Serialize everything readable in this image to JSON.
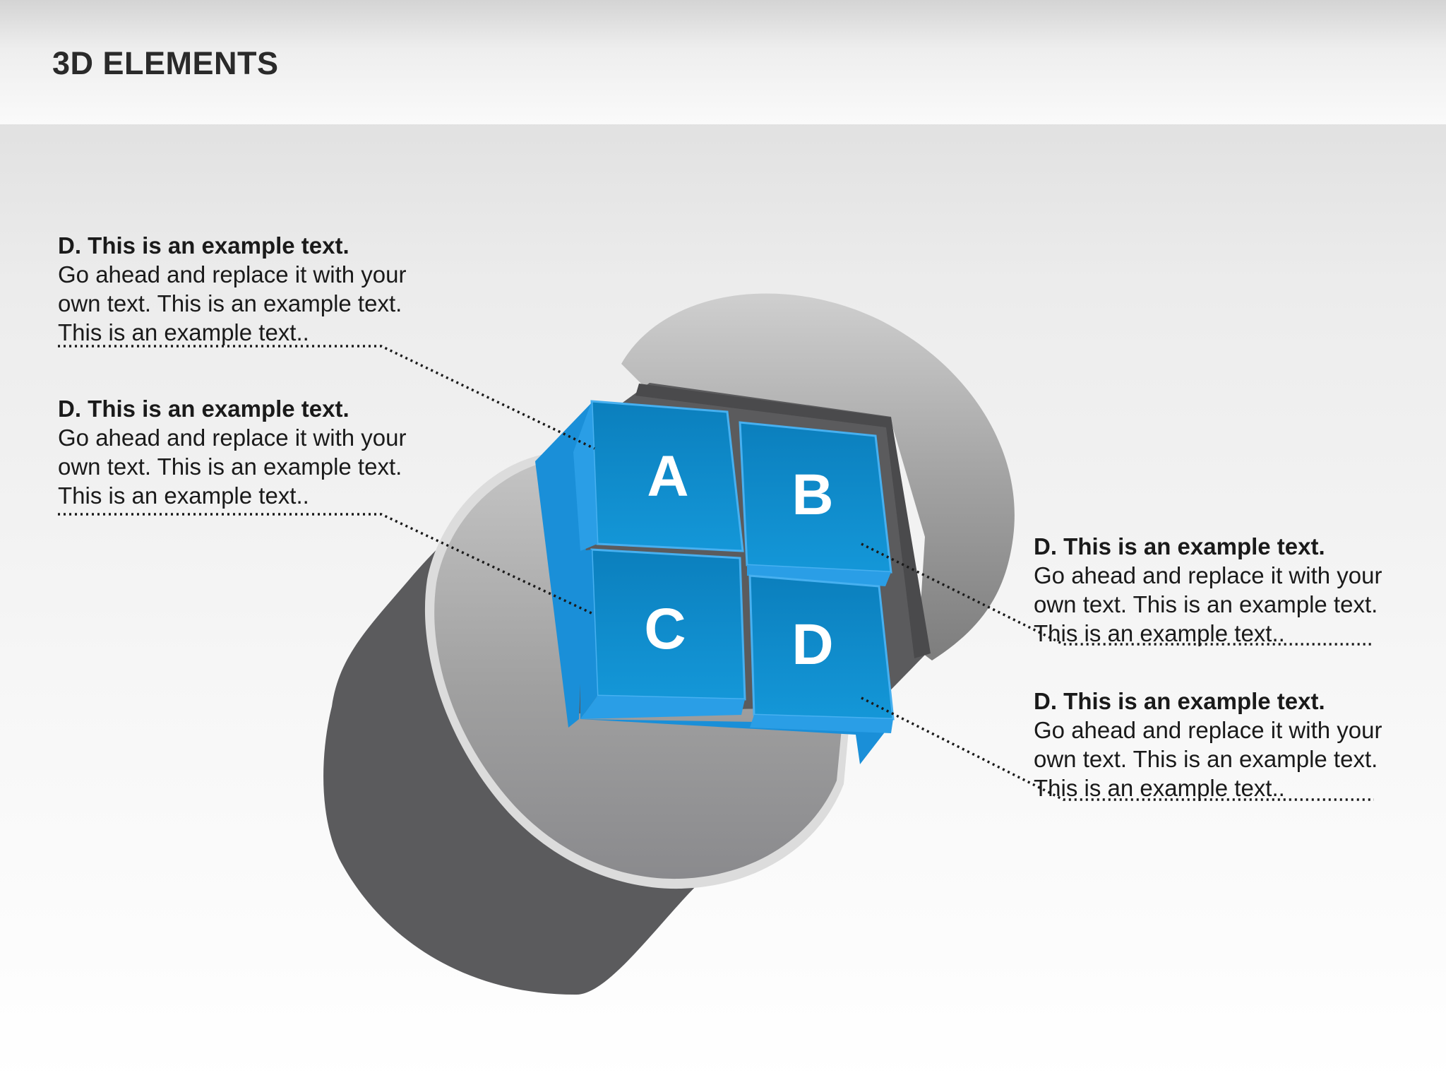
{
  "header": {
    "title": "3D ELEMENTS"
  },
  "tiles": [
    {
      "letter": "A"
    },
    {
      "letter": "B"
    },
    {
      "letter": "C"
    },
    {
      "letter": "D"
    }
  ],
  "callouts": [
    {
      "heading": "D. This is an example text.",
      "body": "Go ahead and replace it with your own text. This is an example text. This is an example text.."
    },
    {
      "heading": "D. This is an example text.",
      "body": "Go ahead and replace it with your own text. This is an example text. This is an example text.."
    },
    {
      "heading": "D. This is an example text.",
      "body": "Go ahead and replace it with your own text. This is an example text. This is an example text.."
    },
    {
      "heading": "D. This is an example text.",
      "body": "Go ahead and replace it with your own text. This is an example text. This is an example text.."
    }
  ],
  "colors": {
    "tile_blue": "#0f87c8",
    "tile_edge": "#3aa8ec",
    "cylinder_side": "#5b5b5d",
    "cylinder_top": "#a9a9a9",
    "text": "#1a1a1a"
  }
}
